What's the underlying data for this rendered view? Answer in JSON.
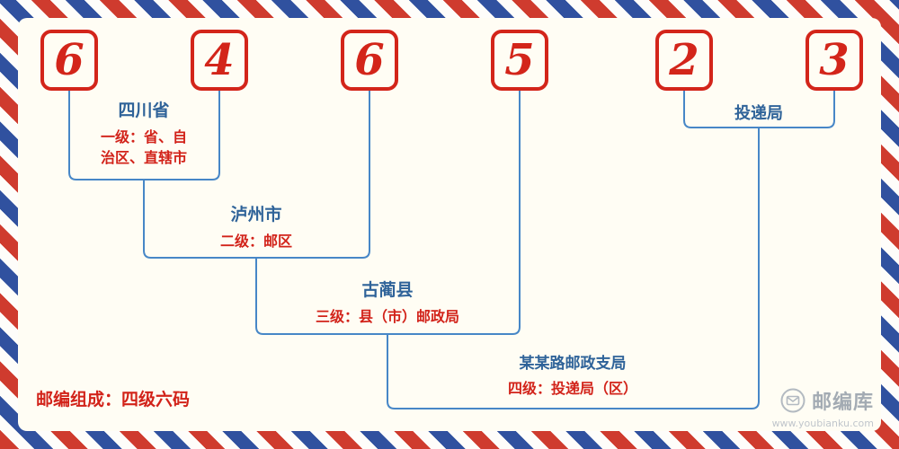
{
  "postal_code": {
    "digits": [
      "6",
      "4",
      "6",
      "5",
      "2",
      "3"
    ]
  },
  "annotations": {
    "level1": {
      "name": "四川省",
      "desc_lines": [
        "一级：省、自",
        "治区、直辖市"
      ]
    },
    "level2": {
      "name": "泸州市",
      "desc": "二级：邮区"
    },
    "level3": {
      "name": "古蔺县",
      "desc": "三级：县（市）邮政局"
    },
    "level4": {
      "name": "某某路邮政支局",
      "desc": "四级：投递局（区）"
    },
    "delivery_office": {
      "name": "投递局"
    }
  },
  "footer": {
    "composition_note": "邮编组成：四级六码"
  },
  "brand": {
    "name": "邮编库",
    "website": "www.youbianku.com",
    "icon": "envelope-in-circle-icon"
  },
  "colors": {
    "digit_red": "#d3251a",
    "red_text": "#d2231a",
    "blue_text": "#2f6399",
    "line_blue": "#4787c7",
    "stripe_red": "#cf3b2e",
    "stripe_blue": "#30519f",
    "panel_background": "#fffdf4"
  }
}
